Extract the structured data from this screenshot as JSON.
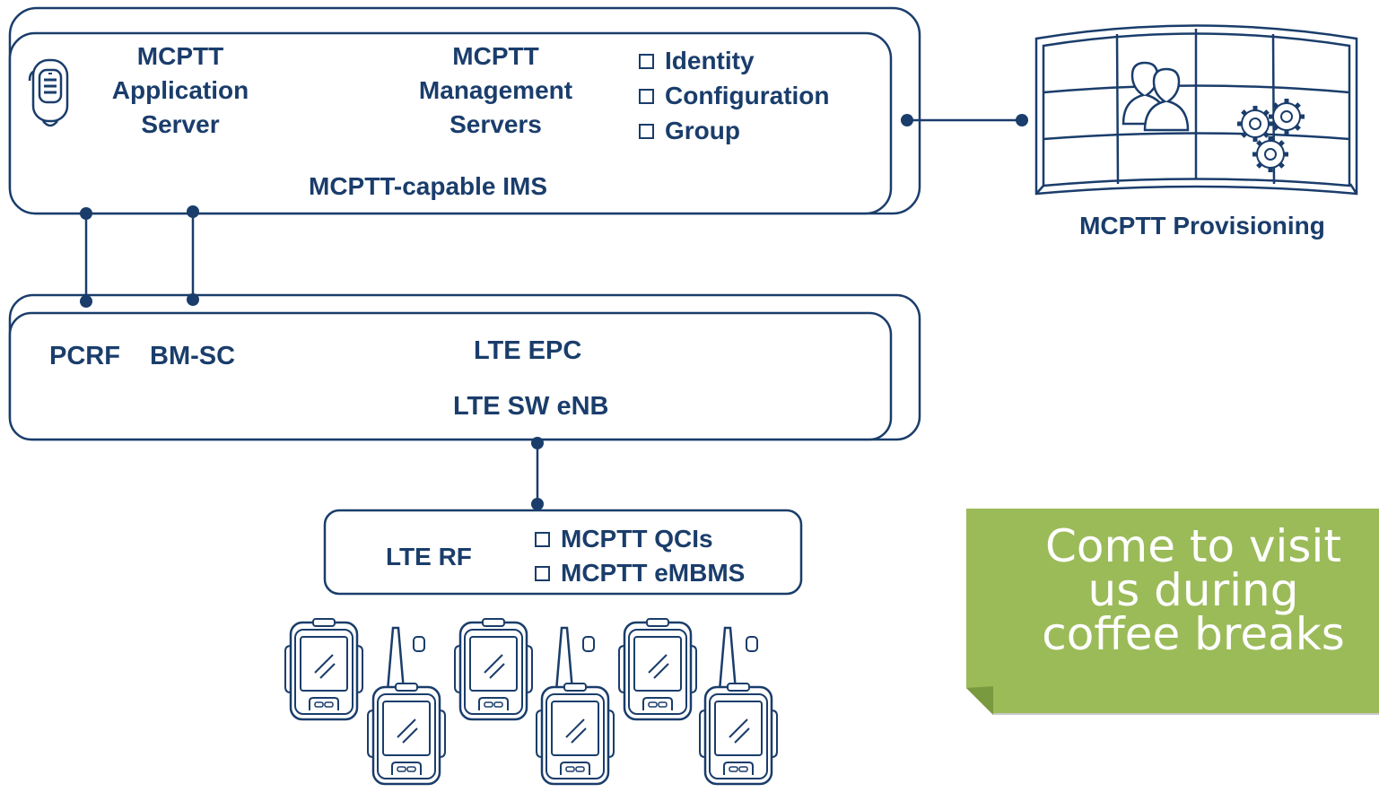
{
  "ims": {
    "app_server": [
      "MCPTT",
      "Application",
      "Server"
    ],
    "mgmt_servers": [
      "MCPTT",
      "Management",
      "Servers"
    ],
    "mgmt_items": [
      "Identity",
      "Configuration",
      "Group"
    ],
    "title": "MCPTT-capable IMS"
  },
  "provisioning": {
    "label": "MCPTT Provisioning"
  },
  "epc": {
    "pcrf": "PCRF",
    "bmsc": "BM-SC",
    "epc_label": "LTE EPC",
    "enb_label": "LTE SW eNB"
  },
  "rf": {
    "label": "LTE RF",
    "items": [
      "MCPTT QCIs",
      "MCPTT eMBMS"
    ]
  },
  "banner": {
    "lines": [
      "Come to visit",
      "us during",
      "coffee breaks"
    ]
  },
  "colors": {
    "line": "#1a3d6b",
    "banner_green": "#9bbb59",
    "white": "#ffffff"
  },
  "icons": [
    "microphone-icon",
    "video-wall-icon",
    "users-icon",
    "gears-icon",
    "handset-icon",
    "radio-icon"
  ]
}
